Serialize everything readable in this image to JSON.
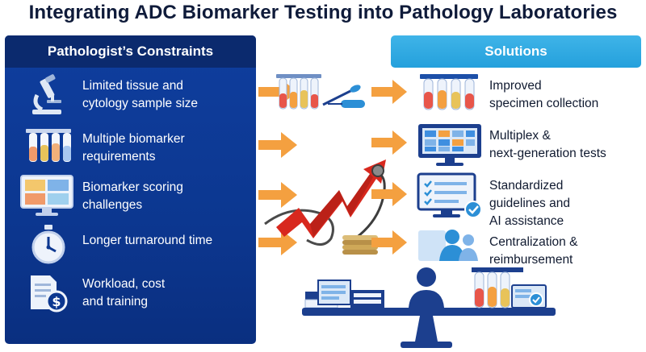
{
  "title": "Integrating ADC Biomarker Testing into Pathology Laboratories",
  "constraints": {
    "header": "Pathologist’s Constraints",
    "items": [
      {
        "line1": "Limited tissue and",
        "line2": "cytology sample size",
        "icon": "microscope-icon"
      },
      {
        "line1": "Multiple biomarker",
        "line2": "requirements",
        "icon": "test-tubes-icon"
      },
      {
        "line1": "Biomarker scoring",
        "line2": "challenges",
        "icon": "monitor-slides-icon"
      },
      {
        "line1": "Longer turnaround time",
        "line2": "",
        "icon": "stopwatch-icon"
      },
      {
        "line1": "Workload, cost",
        "line2": "and training",
        "icon": "document-dollar-icon"
      }
    ]
  },
  "solutions": {
    "header": "Solutions",
    "items": [
      {
        "line1": "Improved",
        "line2": "specimen collection",
        "icon": "test-tubes-icon"
      },
      {
        "line1": "Multiplex &",
        "line2": "next-generation tests",
        "icon": "monitor-grid-icon"
      },
      {
        "line1": "Standardized",
        "line2": "guidelines and",
        "line3": "AI assistance",
        "icon": "checklist-monitor-icon"
      },
      {
        "line1": "Centralization &",
        "line2": "reimbursement",
        "icon": "people-icon"
      }
    ]
  },
  "colors": {
    "left_panel": "#0c3790",
    "right_header": "#24a0dc",
    "arrow": "#f4a040",
    "red_arrow": "#d8281e"
  }
}
